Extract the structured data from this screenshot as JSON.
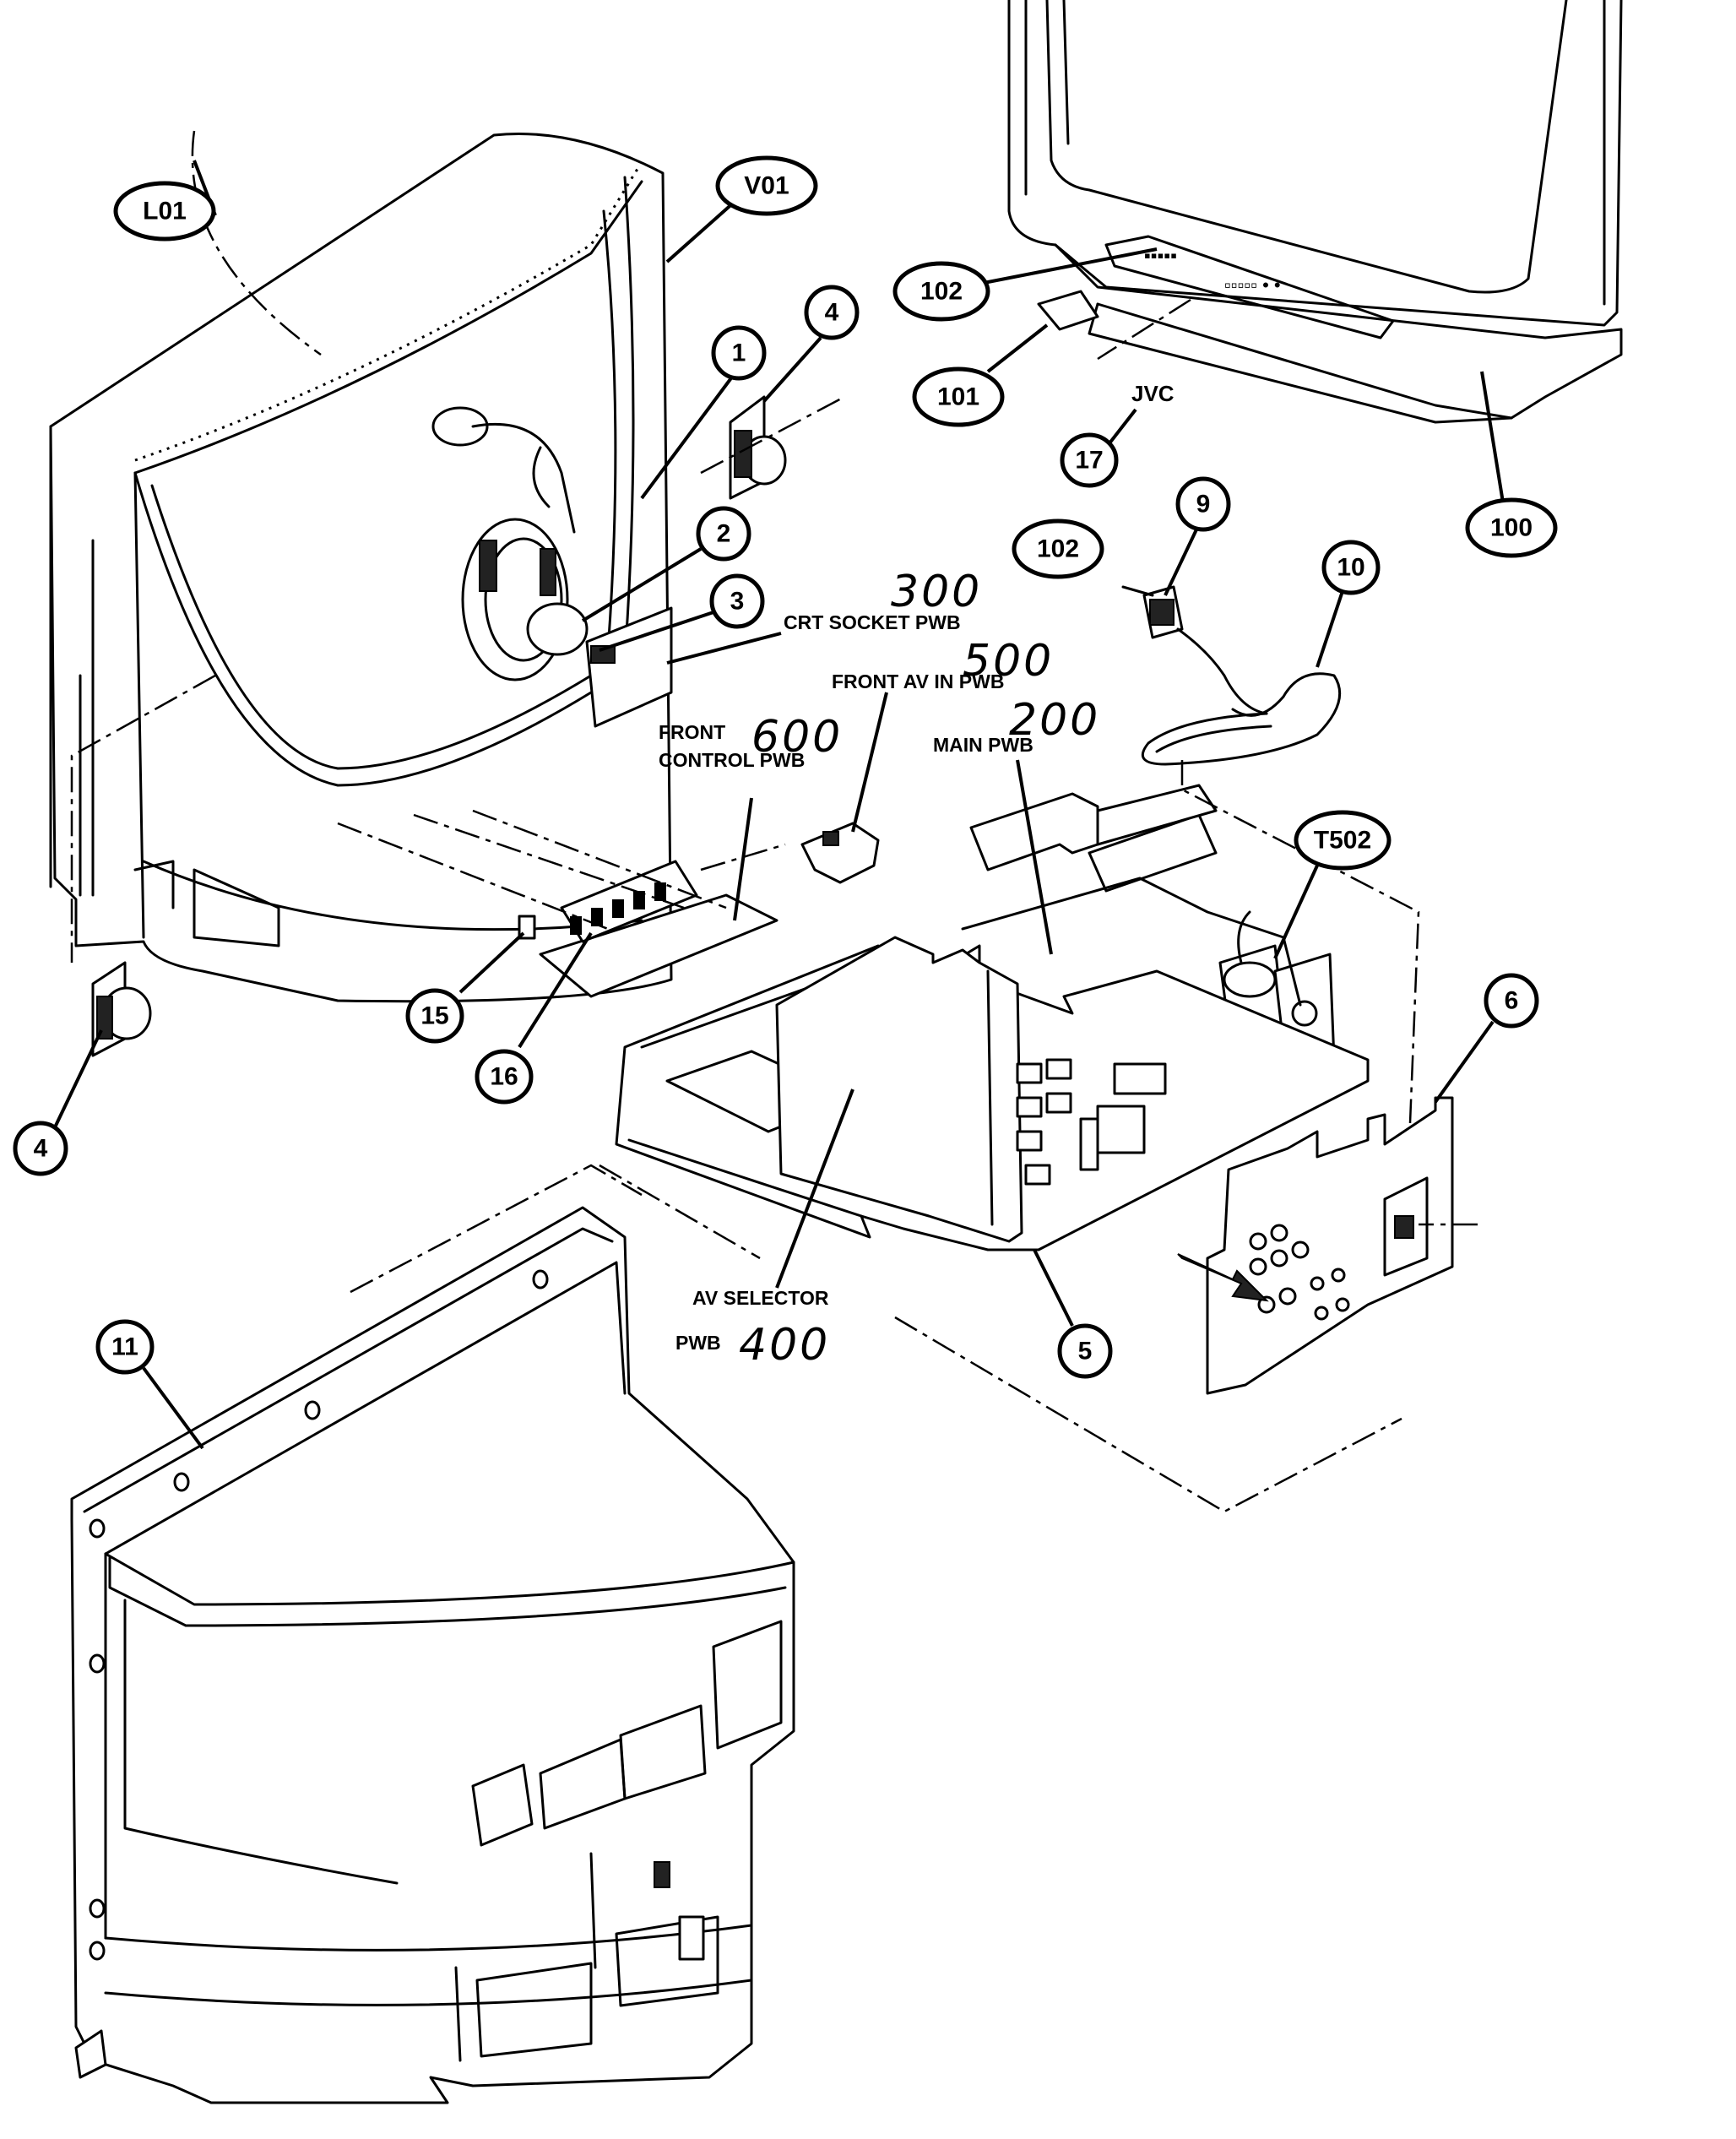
{
  "callouts": [
    {
      "id": "L01",
      "text": "L01"
    },
    {
      "id": "V01",
      "text": "V01"
    },
    {
      "id": "c1",
      "text": "1"
    },
    {
      "id": "c4a",
      "text": "4"
    },
    {
      "id": "c2",
      "text": "2"
    },
    {
      "id": "c3",
      "text": "3"
    },
    {
      "id": "c102a",
      "text": "102"
    },
    {
      "id": "c101",
      "text": "101"
    },
    {
      "id": "c17",
      "text": "17"
    },
    {
      "id": "c100",
      "text": "100"
    },
    {
      "id": "c102b",
      "text": "102"
    },
    {
      "id": "c9",
      "text": "9"
    },
    {
      "id": "c10",
      "text": "10"
    },
    {
      "id": "T502",
      "text": "T502"
    },
    {
      "id": "c6",
      "text": "6"
    },
    {
      "id": "c15",
      "text": "15"
    },
    {
      "id": "c16",
      "text": "16"
    },
    {
      "id": "c4b",
      "text": "4"
    },
    {
      "id": "c5",
      "text": "5"
    },
    {
      "id": "c11",
      "text": "11"
    }
  ],
  "board_labels": {
    "crt_socket": "CRT SOCKET PWB",
    "front_av_in": "FRONT AV IN PWB",
    "front_control_1": "FRONT",
    "front_control_2": "CONTROL PWB",
    "main": "MAIN PWB",
    "av_selector_1": "AV SELECTOR",
    "av_selector_2": "PWB"
  },
  "handwritten": {
    "crt_socket_no": "300",
    "front_av_in_no": "500",
    "main_no": "200",
    "front_control_no": "600",
    "av_selector_no": "400"
  },
  "logo_text": "JVC"
}
